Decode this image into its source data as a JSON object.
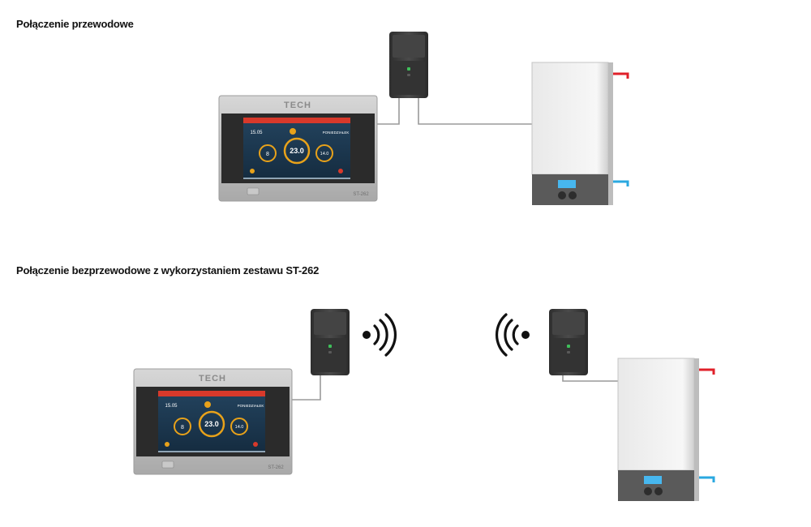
{
  "sections": {
    "wired": {
      "title": "Połączenie przewodowe"
    },
    "wireless": {
      "title": "Połączenie bezprzewodowe z wykorzystaniem zestawu ST-262"
    }
  },
  "controller": {
    "brand": "TECH",
    "model": "ST-262",
    "screen": {
      "left_value": "15.05",
      "right_value": "PONIEDZIAŁEK",
      "center_temp": "23.0",
      "left_gauge": "8",
      "right_gauge": "14.0"
    }
  },
  "colors": {
    "hot_pipe": "#e0202a",
    "cold_pipe": "#2aa8e0",
    "screen_header": "#d8392b",
    "screen_bg": "#1d3a52",
    "gauge_ring": "#e8a21a",
    "module_body": "#3a3a3a",
    "boiler_body": "#f2f2f2",
    "boiler_panel": "#5a5a5a",
    "boiler_display": "#47b7ef",
    "wire": "#9a9a9a"
  },
  "icons": {
    "wifi_left": "signal-waves-right-icon",
    "wifi_right": "signal-waves-left-icon"
  }
}
